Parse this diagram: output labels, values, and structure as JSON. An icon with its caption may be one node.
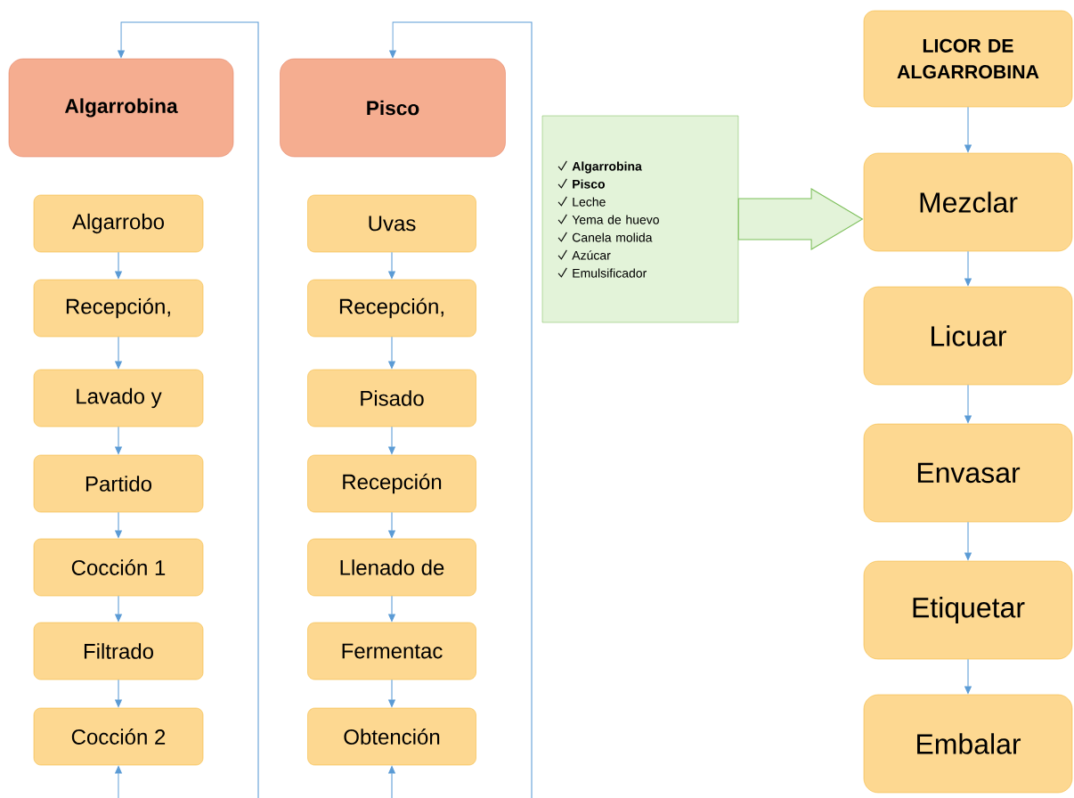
{
  "diagram": {
    "nodes": [
      {
        "text": [
          "Algarrobina"
        ]
      },
      {
        "text": [
          "Pisco"
        ]
      },
      {
        "text": [
          "Algarrobo"
        ]
      },
      {
        "text": [
          "Recepción,"
        ]
      },
      {
        "text": [
          "Lavado y"
        ]
      },
      {
        "text": [
          "Partido"
        ]
      },
      {
        "text": [
          "Cocción 1"
        ]
      },
      {
        "text": [
          "Filtrado"
        ]
      },
      {
        "text": [
          "Cocción 2"
        ]
      },
      {
        "text": [
          "Uvas"
        ]
      },
      {
        "text": [
          "Recepción,"
        ]
      },
      {
        "text": [
          "Pisado"
        ]
      },
      {
        "text": [
          "Recepción"
        ]
      },
      {
        "text": [
          "Llenado de"
        ]
      },
      {
        "text": [
          "Fermentac"
        ]
      },
      {
        "text": [
          "Obtención"
        ]
      },
      {
        "text": [
          "Algarrobina",
          "Pisco",
          "Leche",
          "Yema de huevo",
          "Canela molida",
          "Azúcar",
          "Emulsificador"
        ]
      },
      {
        "text": [
          "LICOR DE ALGARROBINA"
        ]
      },
      {
        "text": [
          "Mezclar"
        ]
      },
      {
        "text": [
          "Licuar"
        ]
      },
      {
        "text": [
          "Envasar"
        ]
      },
      {
        "text": [
          "Etiquetar"
        ]
      },
      {
        "text": [
          "Embalar"
        ]
      }
    ],
    "edges": [
      {
        "from": 2,
        "to": 3,
        "arrow": "to"
      },
      {
        "from": 3,
        "to": 4,
        "arrow": "to"
      },
      {
        "from": 4,
        "to": 5,
        "arrow": "to"
      },
      {
        "from": 5,
        "to": 6,
        "arrow": "to"
      },
      {
        "from": 6,
        "to": 7,
        "arrow": "to"
      },
      {
        "from": 7,
        "to": 8,
        "arrow": "to"
      },
      {
        "from": 9,
        "to": 10,
        "arrow": "to"
      },
      {
        "from": 10,
        "to": 11,
        "arrow": "to"
      },
      {
        "from": 11,
        "to": 12,
        "arrow": "to"
      },
      {
        "from": 12,
        "to": 13,
        "arrow": "to"
      },
      {
        "from": 13,
        "to": 14,
        "arrow": "to"
      },
      {
        "from": 14,
        "to": 15,
        "arrow": "to"
      },
      {
        "from": 17,
        "to": 18,
        "arrow": "to"
      },
      {
        "from": 18,
        "to": 19,
        "arrow": "to"
      },
      {
        "from": 19,
        "to": 20,
        "arrow": "to"
      },
      {
        "from": 20,
        "to": 21,
        "arrow": "to"
      },
      {
        "from": 21,
        "to": 22,
        "arrow": "to"
      },
      {
        "from": 16,
        "to": 18,
        "arrow": "to",
        "style": "thick",
        "color": "#7dbf5a"
      },
      {
        "from": null,
        "to": 8,
        "arrow": "to"
      },
      {
        "from": null,
        "to": 0,
        "arrow": "to"
      },
      {
        "from": null,
        "to": 15,
        "arrow": "to"
      },
      {
        "from": null,
        "to": 1,
        "arrow": "to"
      }
    ]
  }
}
